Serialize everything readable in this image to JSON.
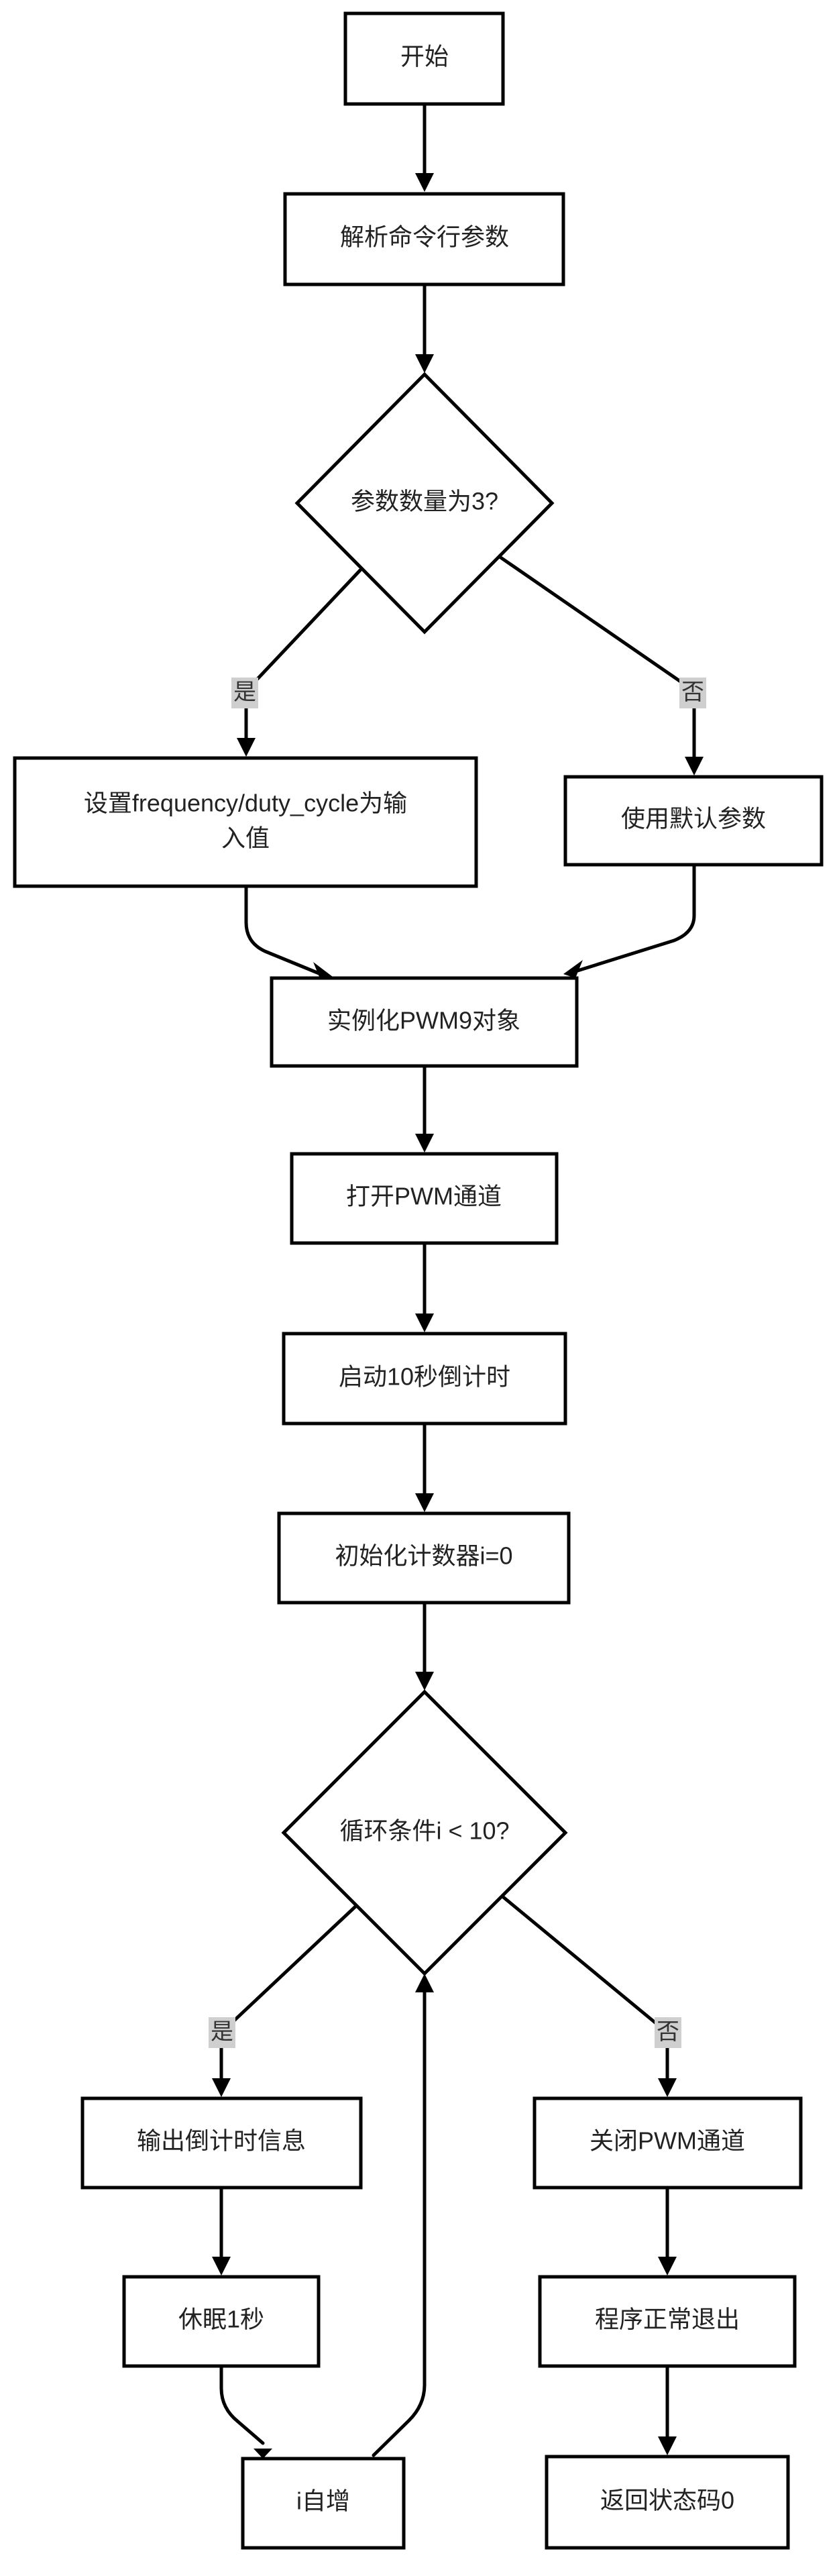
{
  "flowchart": {
    "nodes": {
      "start": "开始",
      "parse_args": "解析命令行参数",
      "check_args": "参数数量为3?",
      "set_input_line1": "设置frequency/duty_cycle为输",
      "set_input_line2": "入值",
      "use_default": "使用默认参数",
      "instantiate": "实例化PWM9对象",
      "open_channel": "打开PWM通道",
      "countdown": "启动10秒倒计时",
      "init_counter": "初始化计数器i=0",
      "loop_check": "循环条件i < 10?",
      "print_info": "输出倒计时信息",
      "sleep": "休眠1秒",
      "increment": "i自增",
      "close_channel": "关闭PWM通道",
      "exit_program": "程序正常退出",
      "return_code": "返回状态码0"
    },
    "edge_labels": {
      "args_yes": "是",
      "args_no": "否",
      "loop_yes": "是",
      "loop_no": "否"
    }
  }
}
